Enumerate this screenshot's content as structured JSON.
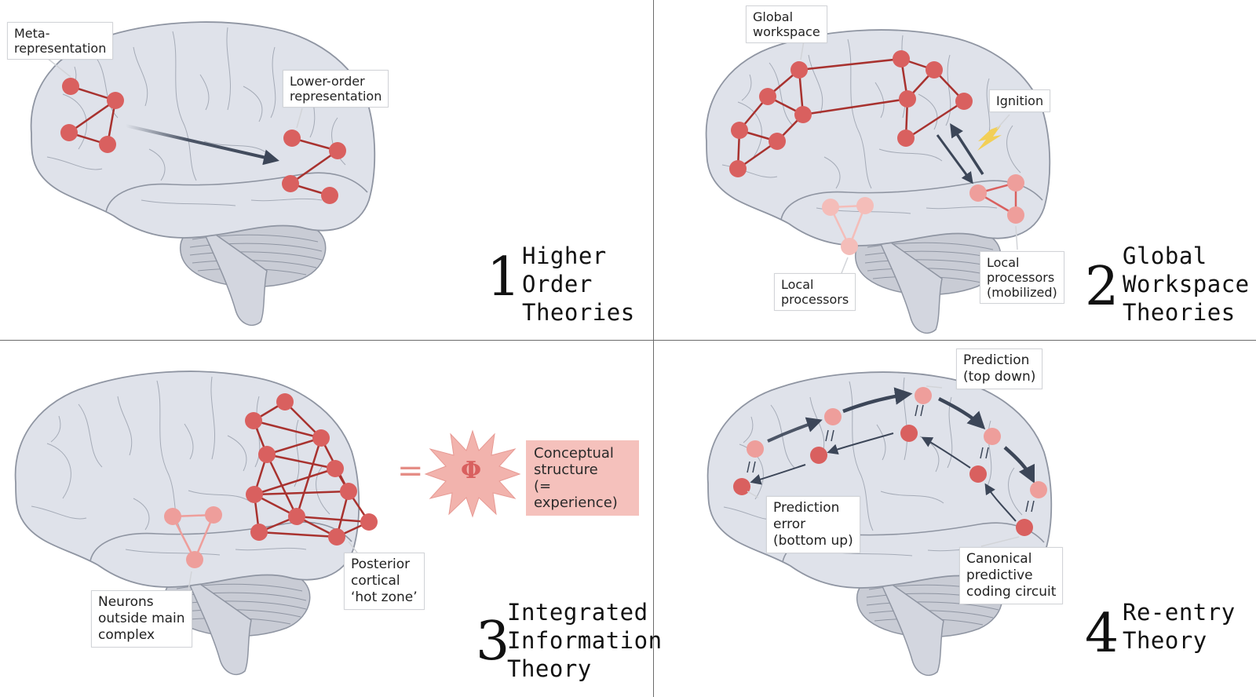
{
  "panels": [
    {
      "number": "1",
      "title": "Higher\nOrder\nTheories",
      "labels": {
        "meta": "Meta-\nrepresentation",
        "lower": "Lower-order\nrepresentation"
      }
    },
    {
      "number": "2",
      "title": "Global\nWorkspace\nTheories",
      "labels": {
        "workspace": "Global\nworkspace",
        "ignition": "Ignition",
        "local": "Local\nprocessors",
        "mobilized": "Local\nprocessors\n(mobilized)"
      }
    },
    {
      "number": "3",
      "title": "Integrated\nInformation\nTheory",
      "labels": {
        "outside": "Neurons\noutside main\ncomplex",
        "hotzone": "Posterior\ncortical\n‘hot zone’",
        "equals": "=",
        "phi": "Φ",
        "structure": "Conceptual\nstructure\n(= experience)"
      }
    },
    {
      "number": "4",
      "title": "Re-entry\nTheory",
      "labels": {
        "prediction": "Prediction\n(top down)",
        "error": "Prediction\nerror\n(bottom up)",
        "circuit": "Canonical\npredictive\ncoding circuit"
      }
    }
  ],
  "colors": {
    "node_dark": "#d9605f",
    "node_light": "#ee9e9b",
    "node_pale": "#f4bdb9",
    "edge": "#a8322f",
    "arrow": "#3c4658",
    "brain_fill": "#dfe2ea",
    "brain_stroke": "#9aa0ac",
    "phi_star": "#f2b3ad",
    "flash": "#f2cf57"
  }
}
